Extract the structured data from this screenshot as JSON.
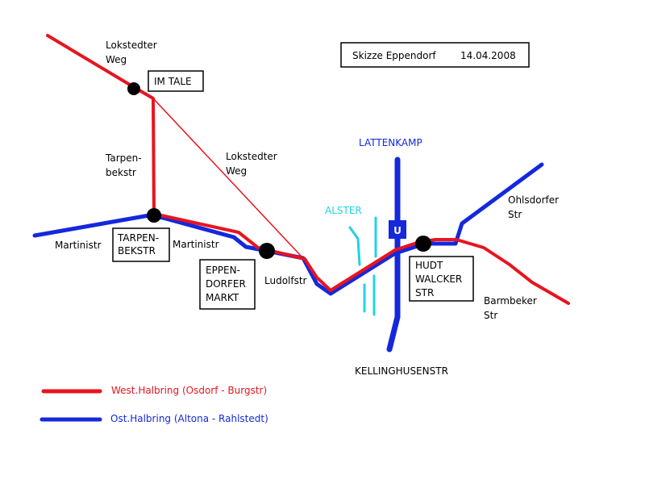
{
  "title": {
    "name": "Skizze Eppendorf",
    "date": "14.04.2008"
  },
  "colors": {
    "west": "#e8141e",
    "ost": "#1428dc",
    "alster": "#22d3e0",
    "ubahn": "#1428dc",
    "stop": "#000000",
    "text": "#000000"
  },
  "labels": {
    "lokstedter_weg_1_line1": "Lokstedter",
    "lokstedter_weg_1_line2": "Weg",
    "lokstedter_weg_2_line1": "Lokstedter",
    "lokstedter_weg_2_line2": "Weg",
    "tarpenbekstr_line1": "Tarpen-",
    "tarpenbekstr_line2": "bekstr",
    "martinistr_west": "Martinistr",
    "martinistr_east": "Martinistr",
    "ludolfstr": "Ludolfstr",
    "lattenkamp": "LATTENKAMP",
    "alster": "ALSTER",
    "kellinghusenstr": "KELLINGHUSENSTR",
    "ohlsdorfer_line1": "Ohlsdorfer",
    "ohlsdorfer_line2": "Str",
    "barmbeker_line1": "Barmbeker",
    "barmbeker_line2": "Str",
    "ubahn_sign": "U"
  },
  "stops": {
    "im_tale": "IM TALE",
    "tarpenbekstr_line1": "TARPEN-",
    "tarpenbekstr_line2": "BEKSTR",
    "eppendorfer_markt_line1": "EPPEN-",
    "eppendorfer_markt_line2": "DORFER",
    "eppendorfer_markt_line3": "MARKT",
    "hudtwalckerstr_line1": "HUDT",
    "hudtwalckerstr_line2": "WALCKER",
    "hudtwalckerstr_line3": "STR"
  },
  "legend": {
    "west": "West.Halbring (Osdorf - Burgstr)",
    "ost": "Ost.Halbring (Altona - Rahlstedt)"
  }
}
